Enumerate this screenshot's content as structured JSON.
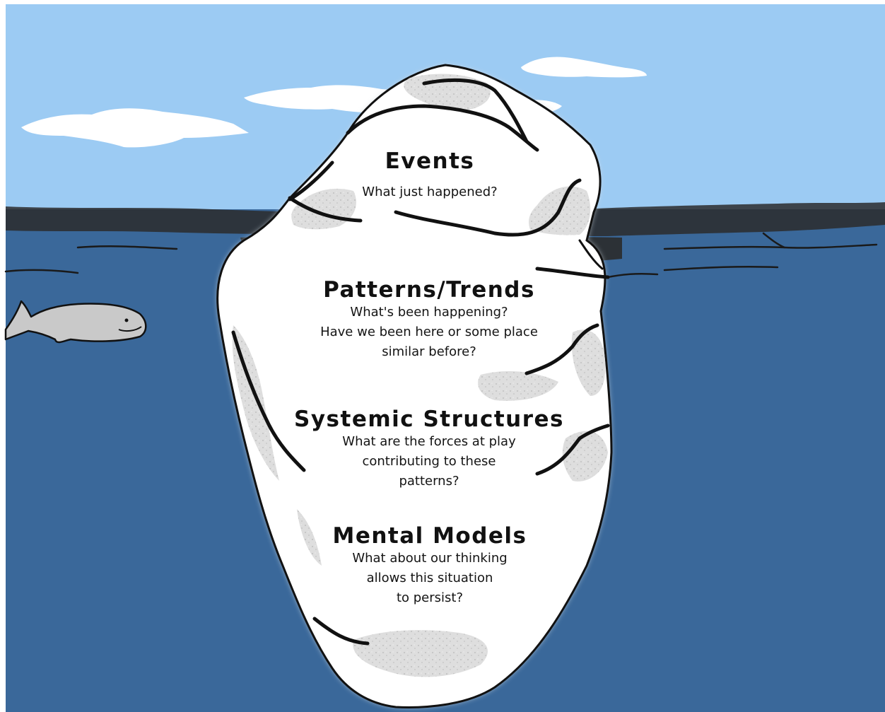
{
  "layers": [
    {
      "id": "events",
      "title": "Events",
      "question": "What just happened?"
    },
    {
      "id": "patterns",
      "title": "Patterns/Trends",
      "question": "What's been happening?\nHave we been here or some place\nsimilar before?"
    },
    {
      "id": "structures",
      "title": "Systemic Structures",
      "question": "What are the forces at play\ncontributing to these\npatterns?"
    },
    {
      "id": "models",
      "title": "Mental Models",
      "question": "What about our thinking\nallows this situation\nto persist?"
    }
  ],
  "colors": {
    "sky": "#9ccbf3",
    "sea": "#3a689a",
    "ice": "#ffffff",
    "ice_shade": "#d9d9d9",
    "outline": "#111111",
    "whale": "#c9c9c9"
  }
}
